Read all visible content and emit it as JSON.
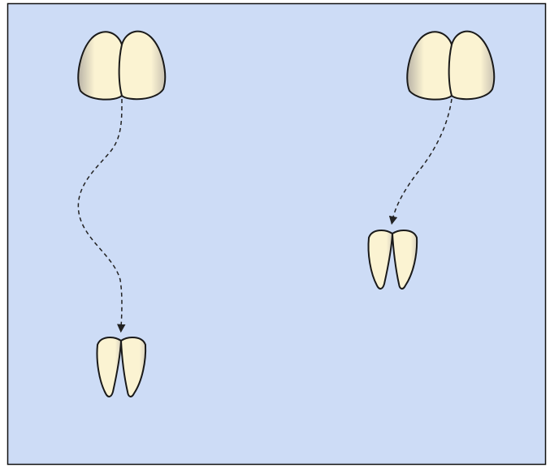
{
  "colors": {
    "panel_fill": "#cddcf6",
    "panel_border": "#111111",
    "tooth_fill": "#fbf3d2",
    "tooth_shade": "#b9b3a6",
    "tooth_outline": "#1a1a1a",
    "path_stroke": "#222222"
  },
  "diagram": {
    "left_sequence": {
      "origin": "upper-crowns",
      "destination": "lower-narrow-teeth",
      "path_style": "dashed-curved-arrow"
    },
    "right_sequence": {
      "origin": "upper-crowns",
      "destination": "lower-narrow-teeth",
      "path_style": "dashed-arrow"
    }
  }
}
